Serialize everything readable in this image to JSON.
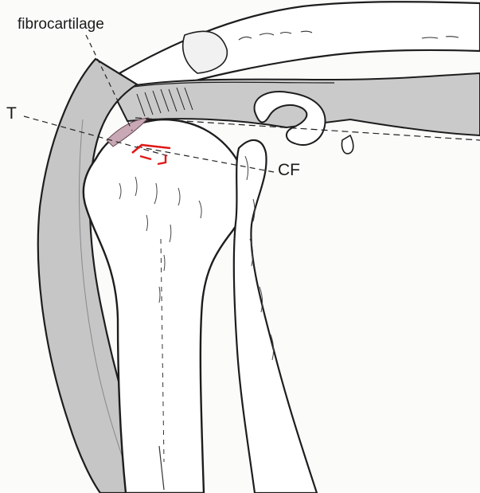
{
  "labels": {
    "fibrocartilage": "fibrocartilage",
    "t": "T",
    "cf": "CF"
  },
  "colors": {
    "outline": "#1d1d1d",
    "muscle_fill": "#c9c9c9",
    "cartilage_fill": "#c8a8b4",
    "marker": "#e01818",
    "paper": "#fbfbfa"
  }
}
